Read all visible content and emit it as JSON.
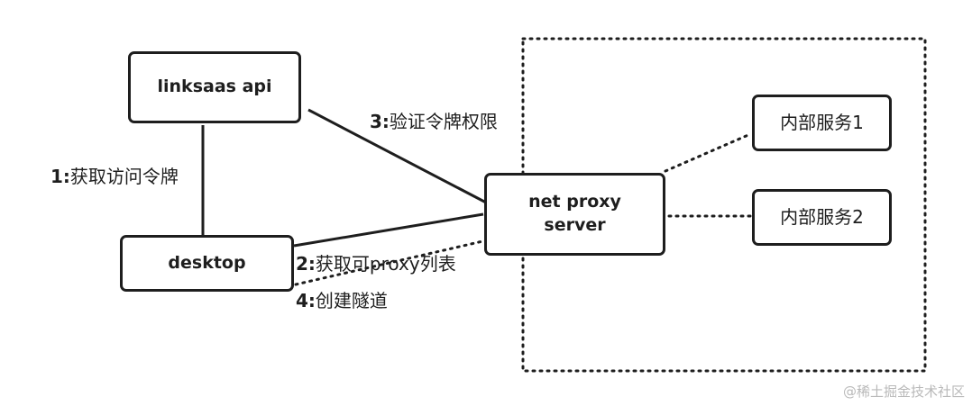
{
  "nodes": {
    "linksaas_api": "linksaas api",
    "desktop": "desktop",
    "net_proxy_server": "net proxy\nserver",
    "service_1": "内部服务1",
    "service_2": "内部服务2"
  },
  "edges": {
    "e1": {
      "num": "1:",
      "text": "获取访问令牌"
    },
    "e2": {
      "num": "2:",
      "text": "获取可proxy列表"
    },
    "e3": {
      "num": "3:",
      "text": "验证令牌权限"
    },
    "e4": {
      "num": "4:",
      "text": "创建隧道"
    }
  },
  "watermark": "@稀土掘金技术社区",
  "colors": {
    "stroke": "#1e1e1e",
    "background": "#ffffff",
    "watermark": "#b9b9b9"
  }
}
